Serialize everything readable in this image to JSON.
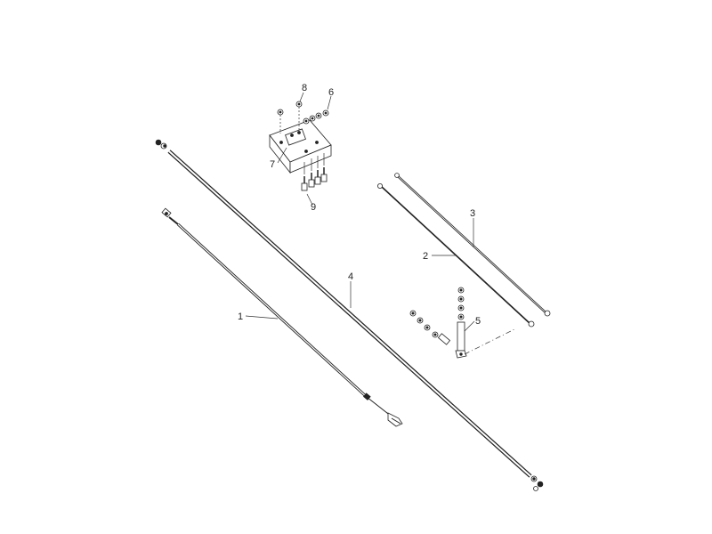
{
  "diagram": {
    "callouts": [
      {
        "id": "1",
        "text": "1"
      },
      {
        "id": "2",
        "text": "2"
      },
      {
        "id": "3",
        "text": "3"
      },
      {
        "id": "4",
        "text": "4"
      },
      {
        "id": "5",
        "text": "5"
      },
      {
        "id": "6",
        "text": "6"
      },
      {
        "id": "7",
        "text": "7"
      },
      {
        "id": "8",
        "text": "8"
      },
      {
        "id": "9",
        "text": "9"
      }
    ],
    "colors": {
      "line": "#222222",
      "background": "#ffffff"
    }
  }
}
